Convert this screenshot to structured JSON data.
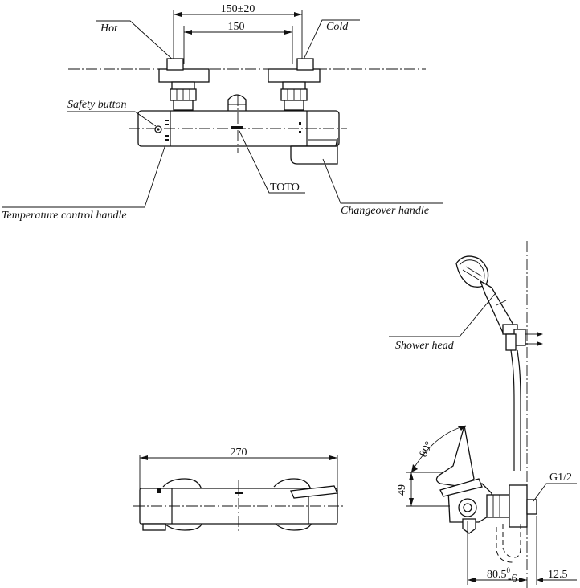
{
  "labels": {
    "hot": "Hot",
    "cold": "Cold",
    "safety_button": "Safety button",
    "toto": "TOTO",
    "temperature_control_handle": "Temperature control handle",
    "changeover_handle": "Changeover handle",
    "shower_head": "Shower head",
    "thread": "G1/2"
  },
  "dimensions": {
    "pitch_tolerance": "150±20",
    "pitch": "150",
    "body_length": "270",
    "height": "49",
    "angle": "80°",
    "depth_main": "80.5",
    "depth_sup": "0",
    "depth_sub": "-6",
    "depth_offset": "12.5"
  }
}
